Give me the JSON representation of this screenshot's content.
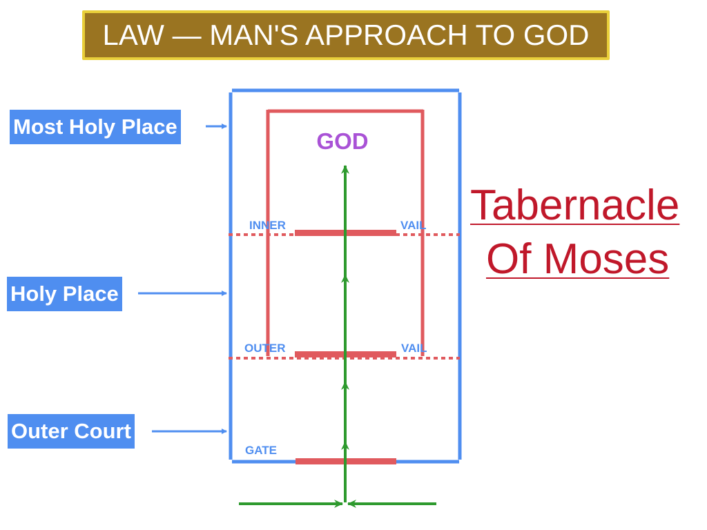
{
  "title": "LAW — MAN'S APPROACH TO GOD",
  "zones": {
    "most_holy_place": "Most Holy Place",
    "holy_place": "Holy Place",
    "outer_court": "Outer Court"
  },
  "diagram": {
    "god": "GOD",
    "inner": "INNER",
    "inner_vail": "VAIL",
    "outer": "OUTER",
    "outer_vail": "VAIL",
    "gate": "GATE"
  },
  "side_title": {
    "line1": "Tabernacle",
    "line2": "Of Moses"
  },
  "colors": {
    "blue": "#4f8ef0",
    "red": "#e05a5e",
    "green": "#2e9a2e",
    "purple": "#a952d6",
    "title_bg": "#9a7421",
    "title_border": "#e9cf3a",
    "side_title": "#c0182a"
  }
}
